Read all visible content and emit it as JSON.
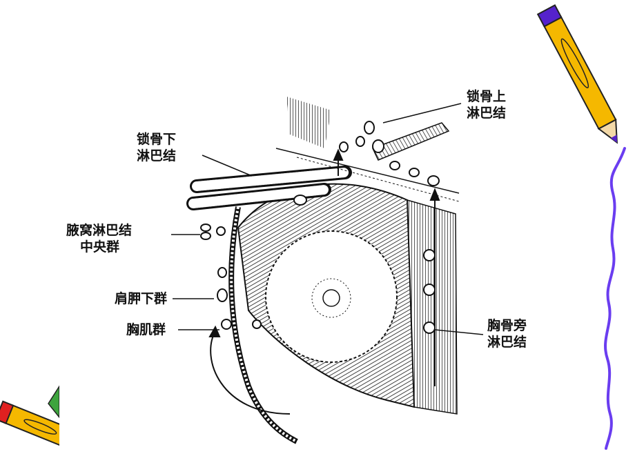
{
  "diagram": {
    "labels": {
      "supraclavicular_line1": "锁骨上",
      "supraclavicular_line2": "淋巴结",
      "infraclavicular_line1": "锁骨下",
      "infraclavicular_line2": "淋巴结",
      "axillary_central_line1": "腋窝淋巴结",
      "axillary_central_line2": "中央群",
      "subscapular": "肩胛下群",
      "pectoral": "胸肌群",
      "parasternal_line1": "胸骨旁",
      "parasternal_line2": "淋巴结"
    }
  },
  "decorations": {
    "pencil_top_right": "pencil-icon",
    "pencil_bottom_left": "pencil-icon",
    "wavy_border": "wavy-line",
    "accent_colors": {
      "pencil_body": "#f5b800",
      "pencil_tip": "#5522cc",
      "pencil_eraser": "#e02020",
      "wave": "#6a3df0"
    }
  }
}
